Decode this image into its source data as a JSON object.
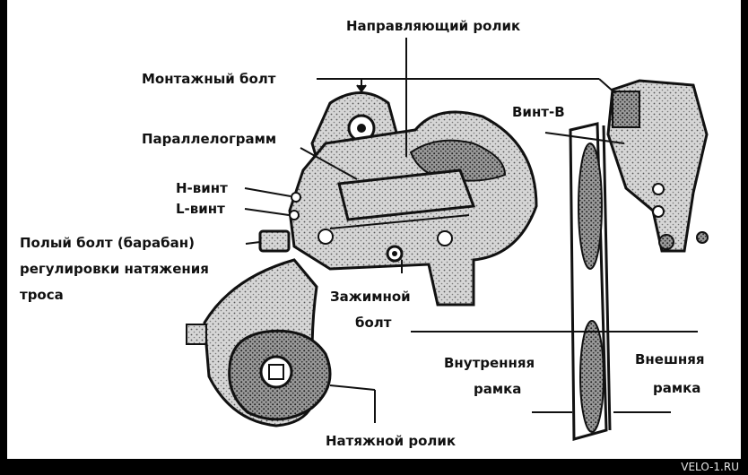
{
  "labels": {
    "guide_pulley": "Направляющий ролик",
    "mounting_bolt": "Монтажный болт",
    "b_screw": "Винт-В",
    "parallelogram": "Параллелограмм",
    "h_screw": "Н-винт",
    "l_screw": "L-винт",
    "barrel_line1": "Полый болт (барабан)",
    "barrel_line2": "регулировки натяжения",
    "barrel_line3": "троса",
    "clamp_line1": "Зажимной",
    "clamp_line2": "болт",
    "inner_line1": "Внутренняя",
    "inner_line2": "рамка",
    "outer_line1": "Внешняя",
    "outer_line2": "рамка",
    "tension_pulley": "Натяжной ролик"
  },
  "watermark": "VELO-1.RU"
}
